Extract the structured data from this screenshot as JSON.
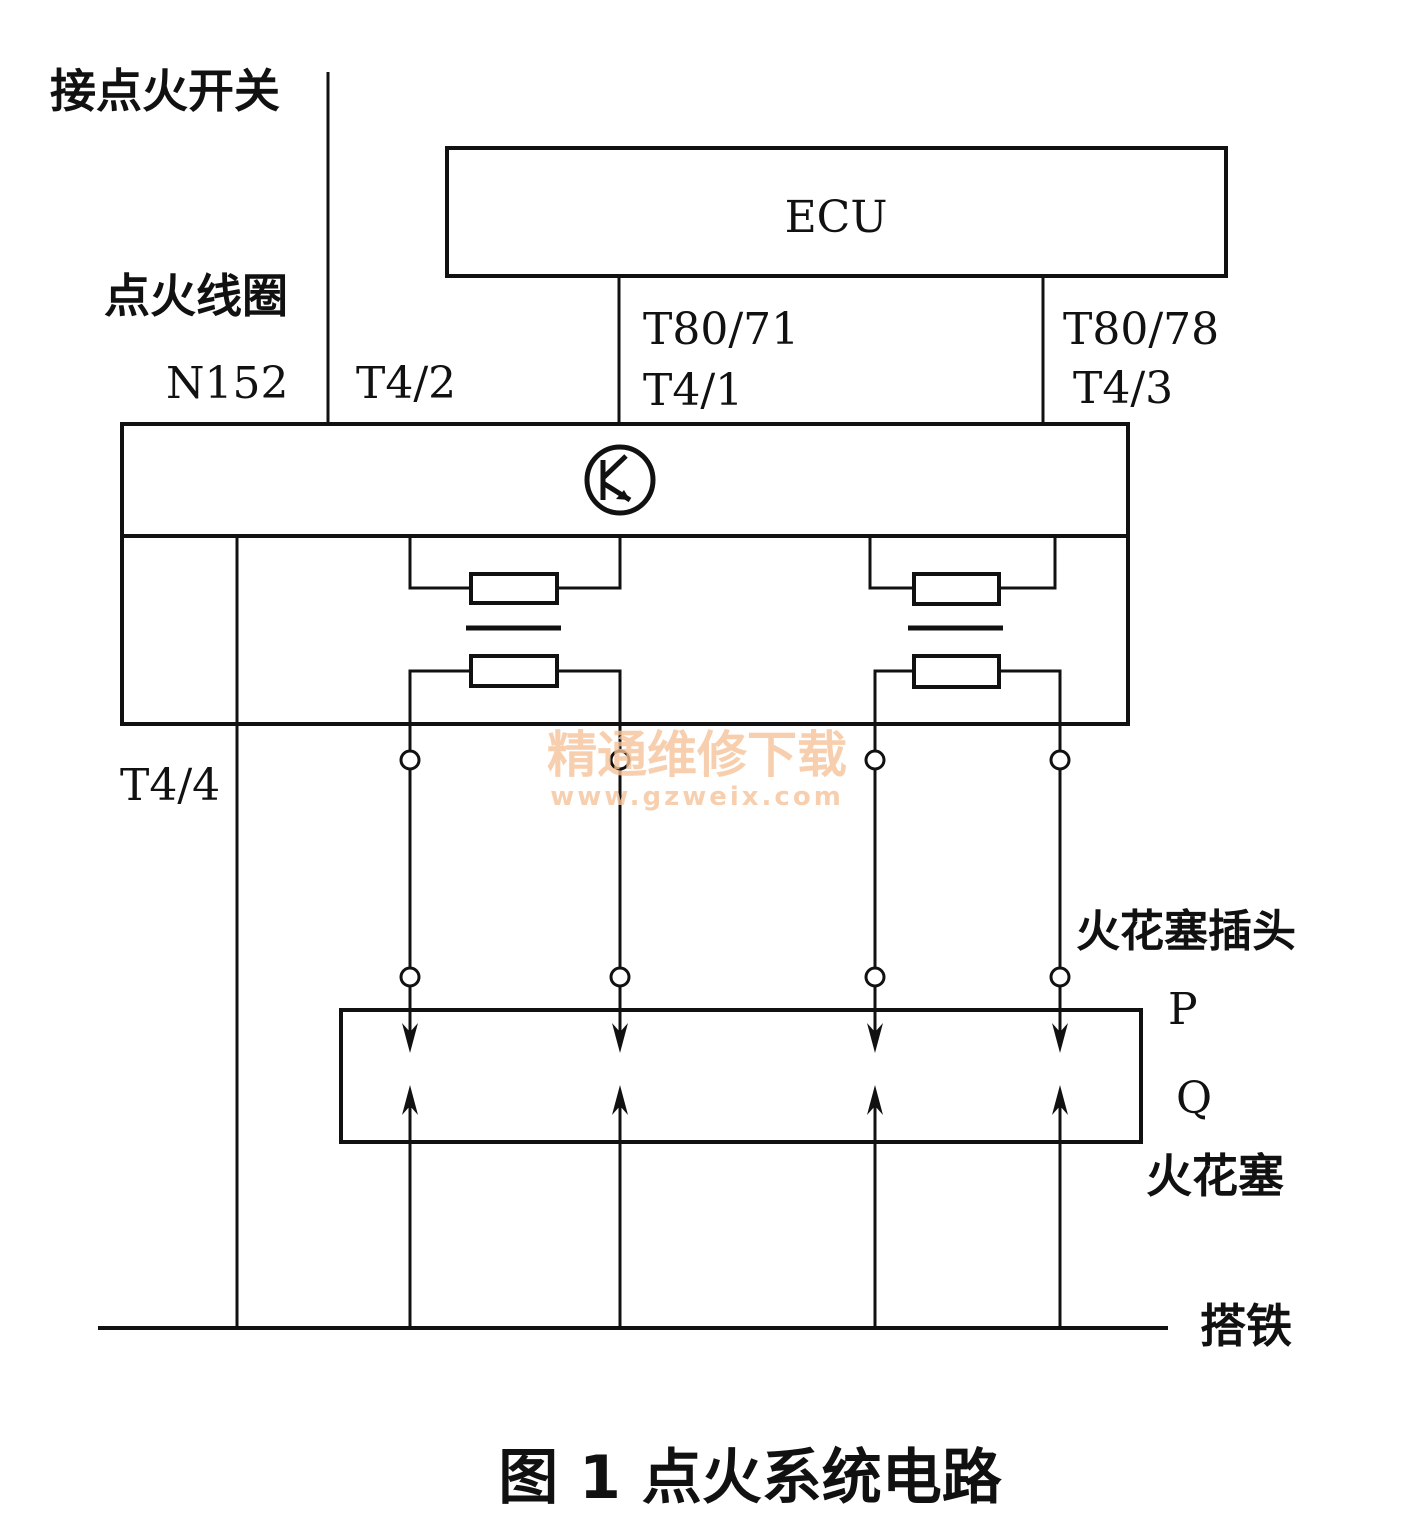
{
  "labels": {
    "ignition_switch": "接点火开关",
    "ignition_coil": "点火线圈",
    "ecu": "ECU",
    "n152": "N152",
    "t4_2": "T4/2",
    "t80_71": "T80/71",
    "t4_1": "T4/1",
    "t80_78": "T80/78",
    "t4_3": "T4/3",
    "t4_4": "T4/4",
    "spark_plug_connector": "火花塞插头",
    "p": "P",
    "q": "Q",
    "spark_plug": "火花塞",
    "ground": "搭铁"
  },
  "caption": "图 1 点火系统电路",
  "watermark": {
    "name": "精通维修下载",
    "url": "www.gzweix.com",
    "color": "#f6c49a"
  }
}
